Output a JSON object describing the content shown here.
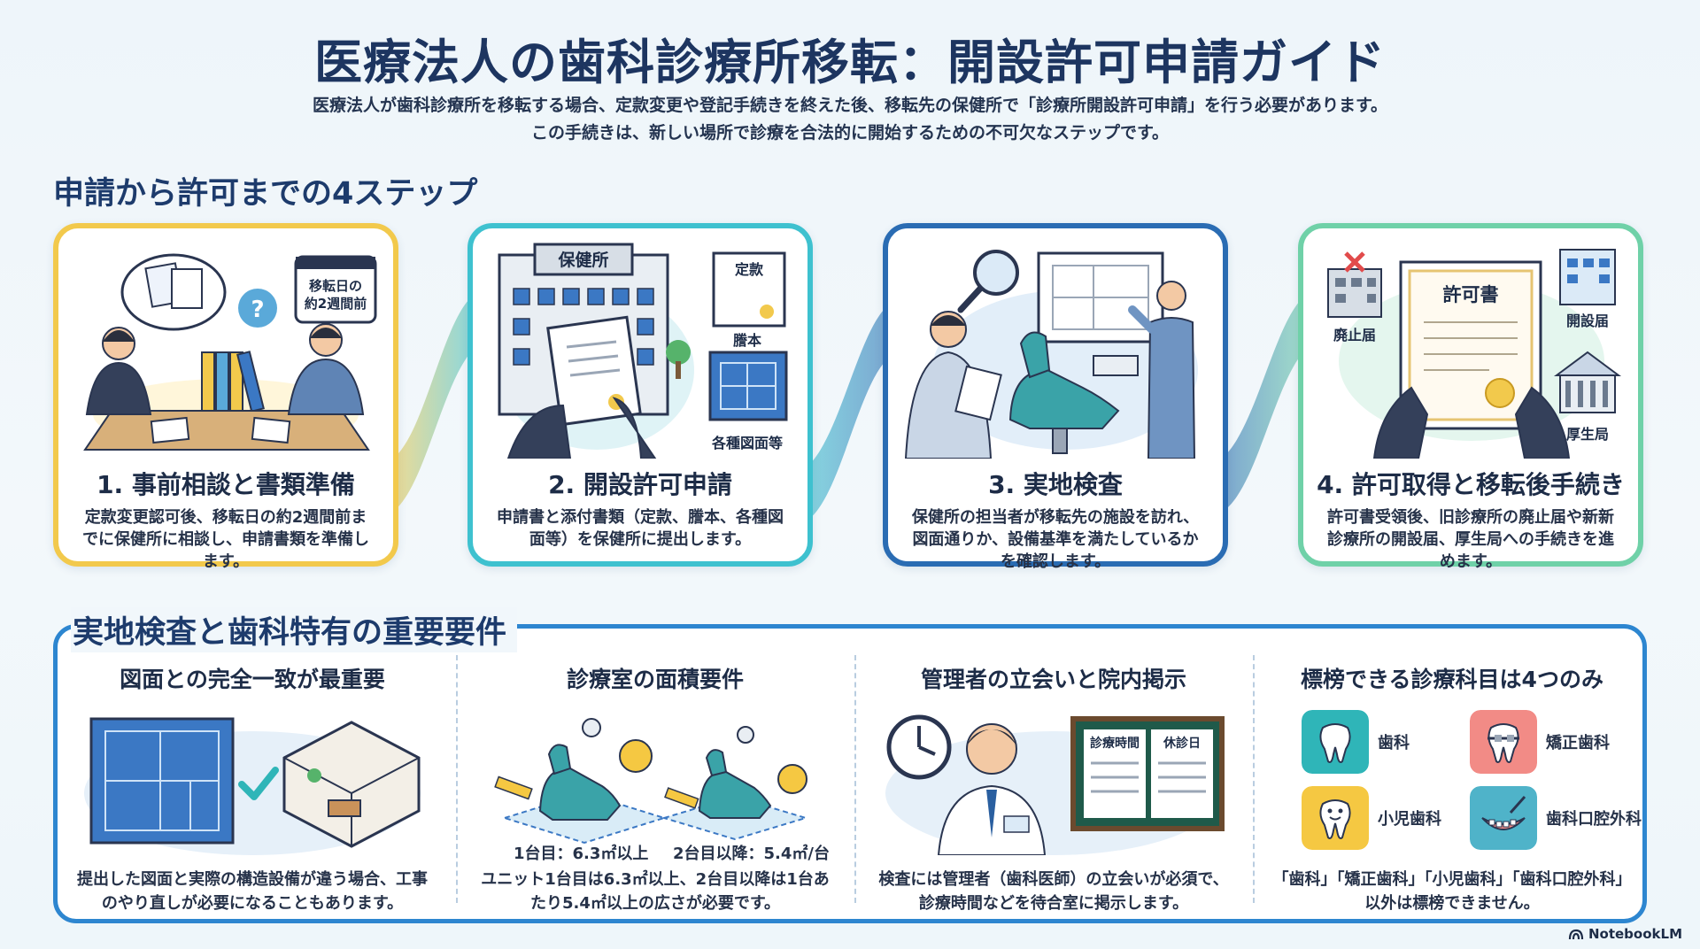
{
  "title": "医療法人の歯科診療所移転：開設許可申請ガイド",
  "subtitle_lines": [
    "医療法人が歯科診療所を移転する場合、定款変更や登記手続きを終えた後、移転先の保健所で「診療所開設許可申請」を行う必要があります。",
    "この手続きは、新しい場所で診療を合法的に開始するための不可欠なステップです。"
  ],
  "section_steps_title": "申請から許可までの4ステップ",
  "steps": [
    {
      "heading": "1. 事前相談と書類準備",
      "text": "定款変更認可後、移転日の約2週間前までに保健所に相談し、申請書類を準備します。",
      "art_labels": {
        "calendar": [
          "移転日の",
          "約2週間前"
        ]
      }
    },
    {
      "heading": "2. 開設許可申請",
      "text": "申請書と添付書類（定款、謄本、各種図面等）を保健所に提出します。",
      "art_labels": {
        "building": "保健所",
        "doc1": "定款",
        "doc2": "謄本",
        "doc3": "各種図面等"
      }
    },
    {
      "heading": "3. 実地検査",
      "text": "保健所の担当者が移転先の施設を訪れ、図面通りか、設備基準を満たしているかを確認します。",
      "art_labels": {}
    },
    {
      "heading": "4. 許可取得と移転後手続き",
      "text": "許可書受領後、旧診療所の廃止届や新新診療所の開設届、厚生局への手続きを進めます。",
      "art_labels": {
        "certificate": "許可書",
        "left": "廃止届",
        "right_top": "開設届",
        "right_bottom": "厚生局"
      }
    }
  ],
  "section_req_title": "実地検査と歯科特有の重要要件",
  "requirements": [
    {
      "heading": "図面との完全一致が最重要",
      "text": "提出した図面と実際の構造設備が違う場合、工事のやり直しが必要になることもあります。"
    },
    {
      "heading": "診療室の面積要件",
      "text": "ユニット1台目は6.3㎡以上、2台目以降は1台あたり5.4㎡以上の広さが必要です。",
      "area_first": "1台目：6.3㎡以上",
      "area_second": "2台目以降：5.4㎡/台"
    },
    {
      "heading": "管理者の立会いと院内掲示",
      "text": "検査には管理者（歯科医師）の立会いが必須で、診療時間などを待合室に掲示します。",
      "board_labels": [
        "診療時間",
        "休診日"
      ]
    },
    {
      "heading": "標榜できる診療科目は4つのみ",
      "text": "「歯科」「矯正歯科」「小児歯科」「歯科口腔外科」以外は標榜できません。",
      "departments": [
        {
          "name": "歯科",
          "color": "#2fb5b8"
        },
        {
          "name": "矯正歯科",
          "color": "#f28b86"
        },
        {
          "name": "小児歯科",
          "color": "#f5c842"
        },
        {
          "name": "歯科口腔外科",
          "color": "#4fb3c9"
        }
      ]
    }
  ],
  "brand": "NotebookLM",
  "colors": {
    "step1": "#f2c94c",
    "step2": "#3ec1cf",
    "step3": "#2a6cb3",
    "step4": "#6fd1a8",
    "panel": "#2d86d0"
  }
}
